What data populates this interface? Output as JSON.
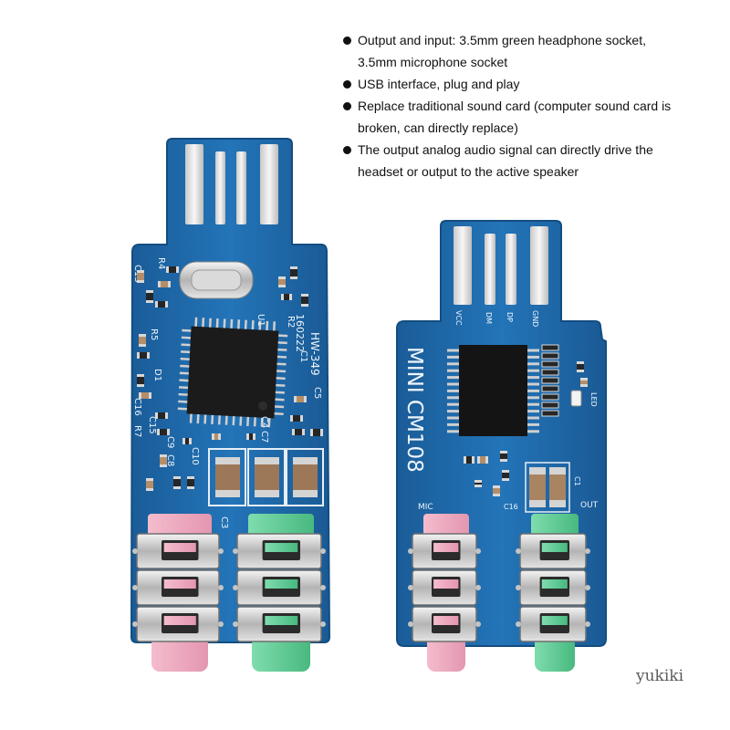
{
  "bullets": [
    {
      "lines": [
        "Output and input: 3.5mm green headphone socket,",
        "3.5mm microphone socket"
      ]
    },
    {
      "lines": [
        "USB interface, plug and play"
      ]
    },
    {
      "lines": [
        "Replace traditional sound card (computer sound card is",
        "broken, can directly replace)"
      ]
    },
    {
      "lines": [
        "The output analog audio signal can directly drive the",
        "headset or output to the active speaker"
      ]
    }
  ],
  "watermark": "yukiki",
  "icons": {
    "bullet": "bullet-dot-icon"
  },
  "colors": {
    "pcb": "#1f6fb0",
    "mic_jack": "#eaa6bd",
    "headphone_jack": "#5cc993",
    "text": "#111111"
  },
  "boards": {
    "left": {
      "silkscreen": {
        "model": "HW-349",
        "date": "160222",
        "c13": "C13",
        "r4": "R4",
        "u1": "U1",
        "r2": "R2",
        "c1": "C1",
        "c5": "C5",
        "r5": "R5",
        "d1": "D1",
        "c16": "C16",
        "r7": "R7",
        "c15": "C15",
        "c9": "C9",
        "c8": "C8",
        "c10": "C10",
        "c3": "C3",
        "c4": "C4",
        "c7": "C7"
      }
    },
    "right": {
      "silkscreen": {
        "title": "MINI CM108",
        "vcc": "VCC",
        "dm": "DM",
        "dp": "DP",
        "gnd": "GND",
        "led": "LED",
        "c16": "C16",
        "c1": "C1",
        "mic": "MIC",
        "out": "OUT"
      }
    }
  }
}
